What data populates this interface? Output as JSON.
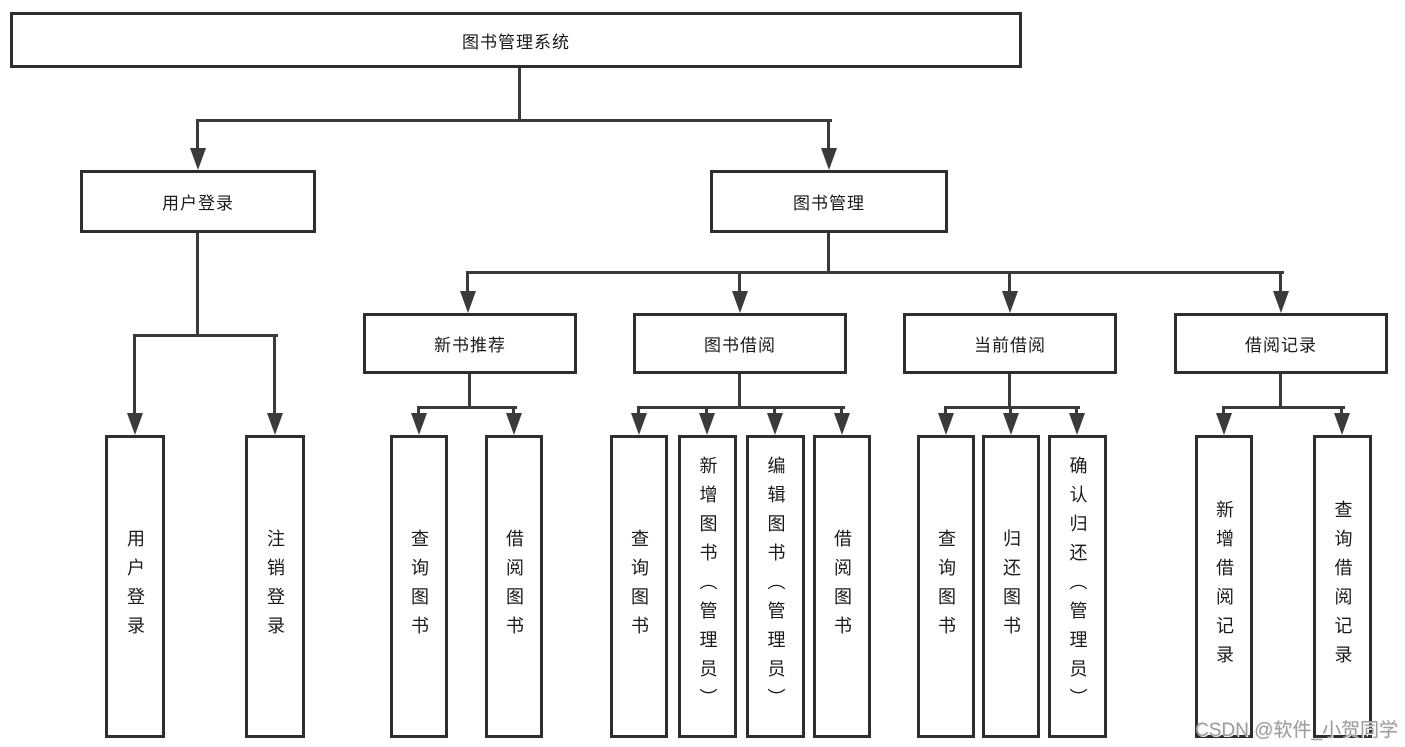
{
  "diagram": {
    "title": "图书管理系统",
    "tree": {
      "root": {
        "label": "图书管理系统"
      },
      "branches": [
        {
          "label": "用户登录",
          "children": [
            {
              "label": "用户登录"
            },
            {
              "label": "注销登录"
            }
          ]
        },
        {
          "label": "图书管理",
          "children": [
            {
              "label": "新书推荐",
              "children": [
                {
                  "label": "查询图书"
                },
                {
                  "label": "借阅图书"
                }
              ]
            },
            {
              "label": "图书借阅",
              "children": [
                {
                  "label": "查询图书"
                },
                {
                  "label": "新增图书（管理员）"
                },
                {
                  "label": "编辑图书（管理员）"
                },
                {
                  "label": "借阅图书"
                }
              ]
            },
            {
              "label": "当前借阅",
              "children": [
                {
                  "label": "查询图书"
                },
                {
                  "label": "归还图书"
                },
                {
                  "label": "确认归还（管理员）"
                }
              ]
            },
            {
              "label": "借阅记录",
              "children": [
                {
                  "label": "新增借阅记录"
                },
                {
                  "label": "查询借阅记录"
                }
              ]
            }
          ]
        }
      ]
    },
    "colors": {
      "box_border": "#2e2e2e",
      "connector_line": "#3a3a3a",
      "text": "#1a1a1a",
      "background": "#ffffff",
      "watermark_text": "#9c9c9c"
    }
  },
  "watermark": {
    "text": "CSDN @软件_小贺同学"
  }
}
